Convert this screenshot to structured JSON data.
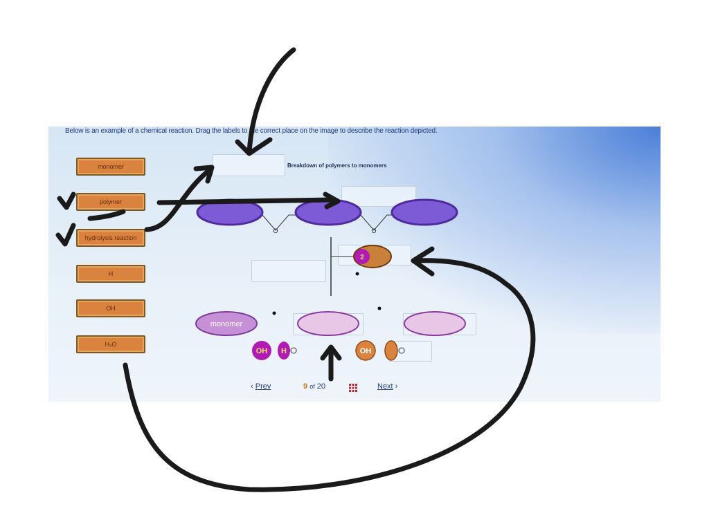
{
  "instruction": "Below is an example of a chemical reaction. Drag the labels to the correct place on the image to describe the reaction depicted.",
  "labels": [
    "monomer",
    "polymer",
    "hydrolysis reaction",
    "H",
    "OH",
    "H₂O"
  ],
  "diagram": {
    "caption": "Breakdown of polymers to monomers",
    "bond_oxygen_1": "O",
    "bond_oxygen_2": "O",
    "reactant_number": "2",
    "placed_label": "monomer",
    "product_group_1": "OH",
    "product_group_2": "H",
    "product_group_3": "OH"
  },
  "navigation": {
    "prev": "Prev",
    "current": "9",
    "of": "of",
    "total": "20",
    "next": "Next"
  },
  "icons": [
    "checkmark-icon",
    "arrow-icon",
    "grid-icon",
    "chevron-left-icon",
    "chevron-right-icon"
  ],
  "colors": {
    "label_fill": "#d9833f",
    "polymer_purple": "#7d5ad6",
    "monomer_pink": "#e7c6e6",
    "oh_magenta": "#b11ab5",
    "ink": "#1a1a1a"
  }
}
